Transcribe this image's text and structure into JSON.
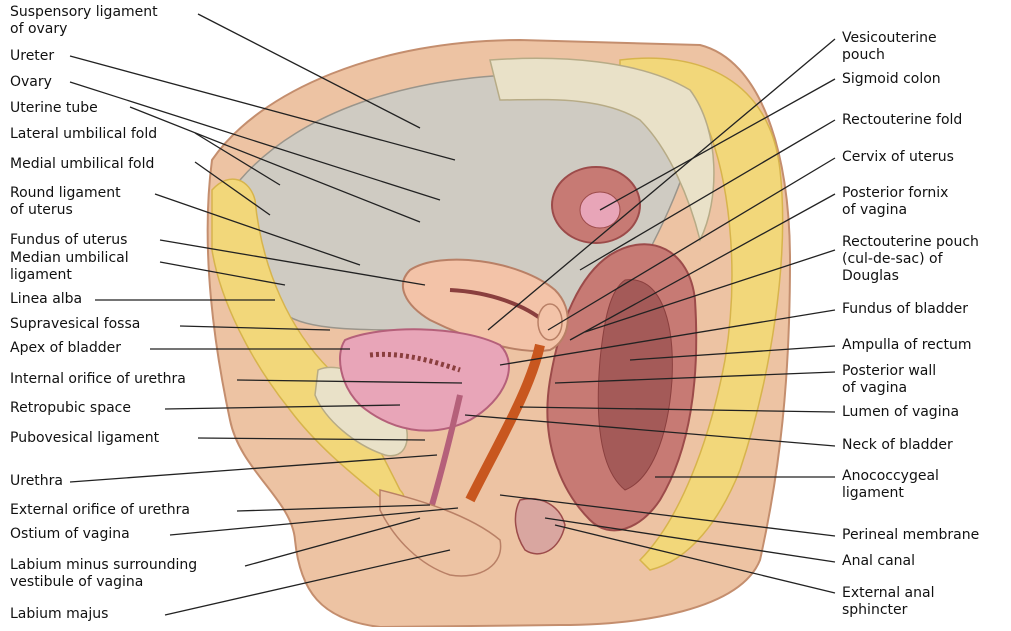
{
  "labels_left": [
    "Suspensory ligament\nof ovary",
    "Ureter",
    "Ovary",
    "Uterine tube",
    "Lateral umbilical fold",
    "Medial umbilical fold",
    "Round ligament\nof uterus",
    "Fundus of uterus",
    "Median umbilical\nligament",
    "Linea alba",
    "Supravesical fossa",
    "Apex of bladder",
    "Internal orifice of urethra",
    "Retropubic space",
    "Pubovesical ligament",
    "Urethra",
    "External orifice of urethra",
    "Ostium of vagina",
    "Labium minus surrounding\nvestibule of vagina",
    "Labium majus"
  ],
  "labels_right": [
    "Vesicouterine\npouch",
    "Sigmoid colon",
    "Rectouterine fold",
    "Cervix of uterus",
    "Posterior fornix\nof vagina",
    "Rectouterine pouch\n(cul-de-sac) of\nDouglas",
    "Fundus of bladder",
    "Ampulla of rectum",
    "Posterior wall\nof vagina",
    "Lumen of vagina",
    "Neck of bladder",
    "Anococcygeal\nligament",
    "Perineal membrane",
    "Anal canal",
    "External anal\nsphincter"
  ],
  "colors": {
    "skin": "#edc3a3",
    "skin_dark": "#c48e6e",
    "peritoneum": "#cfcbc2",
    "fat": "#f2d77a",
    "fat_dark": "#d7b44c",
    "muscle": "#c77a74",
    "muscle_dark": "#9c4b4a",
    "mucosa": "#e8a5b8",
    "uterus": "#f3c3a8",
    "bone": "#e9e1c8",
    "vagina": "#c8571f"
  }
}
